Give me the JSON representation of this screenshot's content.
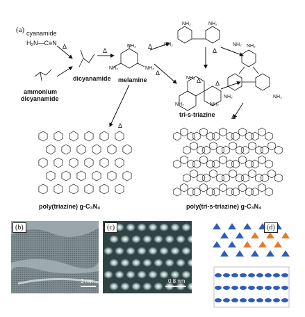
{
  "panel_a": {
    "tag": "(a)",
    "cyanamide": "cyanamide",
    "cyanamide_formula": "H₂N—C≡N",
    "ammonium_dicyanamide_l1": "ammonium",
    "ammonium_dicyanamide_l2": "dicyanamide",
    "dicyanamide": "dicyanamide",
    "melamine": "melamine",
    "tri_s_triazine": "tri-s-triazine",
    "poly_triazine": "poly(triazine) g-C₃N₄",
    "poly_tri_s_triazine": "poly(tri-s-triazine) g-C₃N₄",
    "heat_symbol": "Δ",
    "nh2": "NH₂",
    "nh": "NH"
  },
  "panel_b": {
    "tag": "(b)",
    "scale": "3 nm"
  },
  "panel_c": {
    "tag": "(c)",
    "scale": "0.8 nm"
  },
  "panel_d": {
    "tag": "(d)"
  },
  "colors": {
    "tem_bg": "#8a979b",
    "blue": "#2e5cb8",
    "orange": "#e07b2e"
  }
}
